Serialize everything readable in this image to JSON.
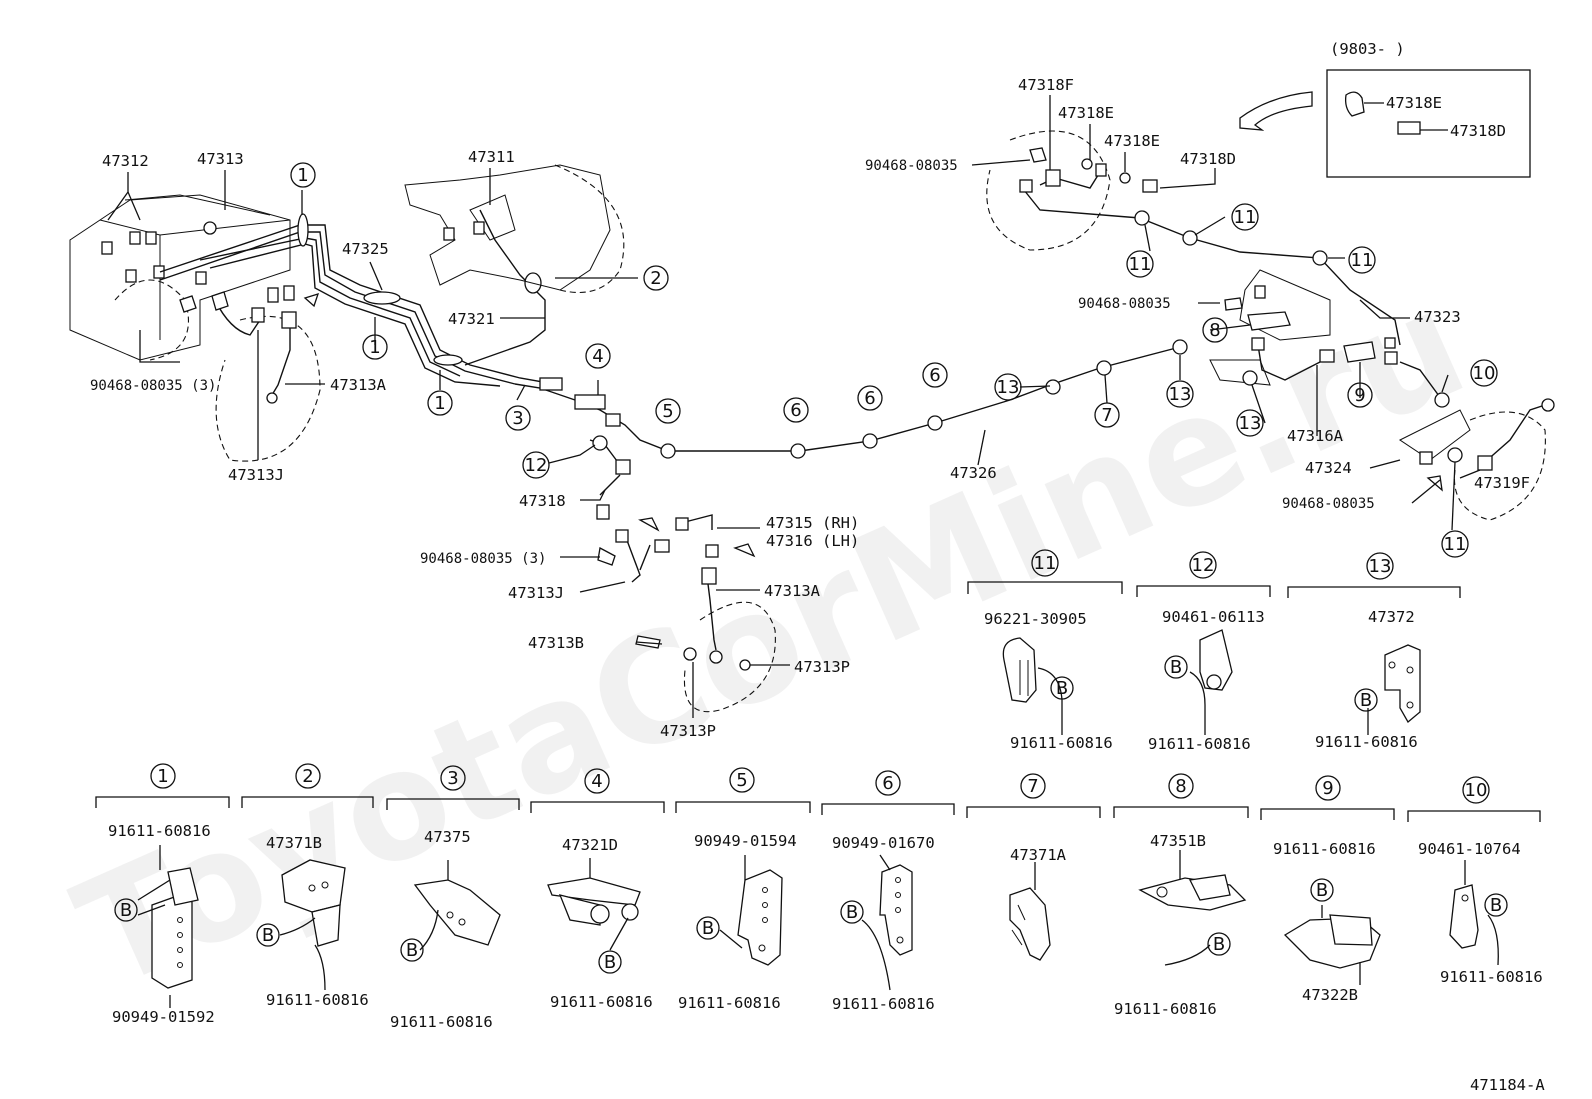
{
  "watermark": "ToyotaCorMine.ru",
  "period": "(9803-      )",
  "inset_callouts": [
    "47318E",
    "47318D"
  ],
  "drawing_number": "471184-A",
  "circle_numbers": [
    "1",
    "2",
    "3",
    "4",
    "5",
    "6",
    "7",
    "8",
    "9",
    "10",
    "11",
    "12",
    "13"
  ],
  "b_marker": "B",
  "callouts": {
    "c47312": "47312",
    "c47313": "47313",
    "c47311": "47311",
    "c47325": "47325",
    "c47321": "47321",
    "c90468_3": "90468-08035 (3)",
    "c47313A": "47313A",
    "c47313J": "47313J",
    "c47318": "47318",
    "c47315": "47315 (RH)",
    "c47316": "47316 (LH)",
    "c90468_3b": "90468-08035 (3)",
    "c47313J_b": "47313J",
    "c47313A_b": "47313A",
    "c47313B": "47313B",
    "c47313P_a": "47313P",
    "c47313P_b": "47313P",
    "c47326": "47326",
    "c47318F": "47318F",
    "c47318E_a": "47318E",
    "c47318E_b": "47318E",
    "c47318D": "47318D",
    "c90468_r1": "90468-08035",
    "c90468_r2": "90468-08035",
    "c90468_r3": "90468-08035",
    "c47323": "47323",
    "c47316A": "47316A",
    "c47324": "47324",
    "c47319F": "47319F"
  },
  "detail_groups": [
    {
      "num": "11",
      "labels": [
        "96221-30905",
        "91611-60816"
      ]
    },
    {
      "num": "12",
      "labels": [
        "90461-06113",
        "91611-60816"
      ]
    },
    {
      "num": "13",
      "labels": [
        "47372",
        "91611-60816"
      ]
    },
    {
      "num": "1",
      "labels": [
        "91611-60816",
        "90949-01592"
      ]
    },
    {
      "num": "2",
      "labels": [
        "47371B",
        "91611-60816"
      ]
    },
    {
      "num": "3",
      "labels": [
        "47375",
        "91611-60816"
      ]
    },
    {
      "num": "4",
      "labels": [
        "47321D",
        "91611-60816"
      ]
    },
    {
      "num": "5",
      "labels": [
        "90949-01594",
        "91611-60816"
      ]
    },
    {
      "num": "6",
      "labels": [
        "90949-01670",
        "91611-60816"
      ]
    },
    {
      "num": "7",
      "labels": [
        "47371A"
      ]
    },
    {
      "num": "8",
      "labels": [
        "47351B",
        "91611-60816"
      ]
    },
    {
      "num": "9",
      "labels": [
        "91611-60816",
        "47322B"
      ]
    },
    {
      "num": "10",
      "labels": [
        "90461-10764",
        "91611-60816"
      ]
    }
  ]
}
